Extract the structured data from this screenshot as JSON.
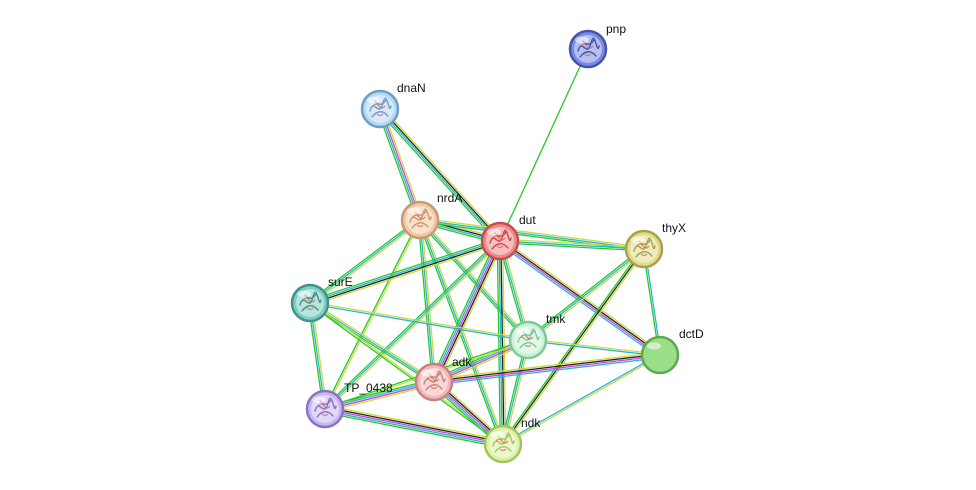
{
  "network": {
    "nodes": [
      {
        "id": "pnp",
        "label": "pnp",
        "color": "#7b8be8",
        "ring": "#4454a8",
        "structure": true
      },
      {
        "id": "dnaN",
        "label": "dnaN",
        "color": "#b6d8f2",
        "ring": "#6d9ec6",
        "structure": true
      },
      {
        "id": "nrdA",
        "label": "nrdA",
        "color": "#f2c9a4",
        "ring": "#c79a72",
        "structure": true
      },
      {
        "id": "dut",
        "label": "dut",
        "color": "#ef8a8a",
        "ring": "#c94c4c",
        "structure": true
      },
      {
        "id": "thyX",
        "label": "thyX",
        "color": "#e2dc8a",
        "ring": "#a8a150",
        "structure": true
      },
      {
        "id": "surE",
        "label": "surE",
        "color": "#7ccfc2",
        "ring": "#3f9488",
        "structure": true
      },
      {
        "id": "tmk",
        "label": "tmk",
        "color": "#c8f2d6",
        "ring": "#7cc99a",
        "structure": true
      },
      {
        "id": "dctD",
        "label": "dctD",
        "color": "#9ade8a",
        "ring": "#5ea84e",
        "structure": false
      },
      {
        "id": "adk",
        "label": "adk",
        "color": "#f4b8b8",
        "ring": "#c98080",
        "structure": true
      },
      {
        "id": "TP_0438",
        "label": "TP_0438",
        "color": "#c9b6f2",
        "ring": "#8a72c6",
        "structure": true
      },
      {
        "id": "ndk",
        "label": "ndk",
        "color": "#dcf2a0",
        "ring": "#a4c464",
        "structure": true
      }
    ],
    "edge_colors": {
      "textmining": "#c8dc3c",
      "coexpression": "#222222",
      "experiments": "#d43fd4",
      "databases": "#28b4dc",
      "neighborhood": "#28c828"
    },
    "edges": [
      {
        "source": "dut",
        "target": "pnp",
        "channels": [
          "neighborhood"
        ]
      },
      {
        "source": "dnaN",
        "target": "nrdA",
        "channels": [
          "textmining",
          "experiments",
          "databases",
          "neighborhood"
        ]
      },
      {
        "source": "dnaN",
        "target": "dut",
        "channels": [
          "textmining",
          "coexpression",
          "databases",
          "neighborhood"
        ]
      },
      {
        "source": "nrdA",
        "target": "dut",
        "channels": [
          "textmining",
          "coexpression",
          "databases",
          "neighborhood"
        ]
      },
      {
        "source": "nrdA",
        "target": "thyX",
        "channels": [
          "textmining",
          "databases",
          "neighborhood"
        ]
      },
      {
        "source": "nrdA",
        "target": "surE",
        "channels": [
          "textmining",
          "databases",
          "neighborhood"
        ]
      },
      {
        "source": "nrdA",
        "target": "tmk",
        "channels": [
          "textmining",
          "databases",
          "neighborhood"
        ]
      },
      {
        "source": "nrdA",
        "target": "adk",
        "channels": [
          "textmining",
          "databases",
          "neighborhood"
        ]
      },
      {
        "source": "nrdA",
        "target": "ndk",
        "channels": [
          "textmining",
          "databases",
          "neighborhood"
        ]
      },
      {
        "source": "nrdA",
        "target": "TP_0438",
        "channels": [
          "textmining",
          "neighborhood"
        ]
      },
      {
        "source": "dut",
        "target": "thyX",
        "channels": [
          "textmining",
          "databases",
          "neighborhood"
        ]
      },
      {
        "source": "dut",
        "target": "surE",
        "channels": [
          "textmining",
          "coexpression",
          "databases",
          "neighborhood"
        ]
      },
      {
        "source": "dut",
        "target": "tmk",
        "channels": [
          "textmining",
          "databases",
          "neighborhood"
        ]
      },
      {
        "source": "dut",
        "target": "dctD",
        "channels": [
          "textmining",
          "coexpression",
          "experiments",
          "databases"
        ]
      },
      {
        "source": "dut",
        "target": "adk",
        "channels": [
          "textmining",
          "coexpression",
          "experiments",
          "databases",
          "neighborhood"
        ]
      },
      {
        "source": "dut",
        "target": "TP_0438",
        "channels": [
          "textmining",
          "databases",
          "neighborhood"
        ]
      },
      {
        "source": "dut",
        "target": "ndk",
        "channels": [
          "textmining",
          "coexpression",
          "databases",
          "neighborhood"
        ]
      },
      {
        "source": "thyX",
        "target": "dctD",
        "channels": [
          "databases",
          "neighborhood"
        ]
      },
      {
        "source": "thyX",
        "target": "tmk",
        "channels": [
          "textmining",
          "databases",
          "neighborhood"
        ]
      },
      {
        "source": "thyX",
        "target": "ndk",
        "channels": [
          "textmining",
          "coexpression",
          "neighborhood"
        ]
      },
      {
        "source": "surE",
        "target": "tmk",
        "channels": [
          "textmining",
          "databases"
        ]
      },
      {
        "source": "surE",
        "target": "adk",
        "channels": [
          "textmining",
          "databases",
          "neighborhood"
        ]
      },
      {
        "source": "surE",
        "target": "TP_0438",
        "channels": [
          "textmining",
          "databases",
          "neighborhood"
        ]
      },
      {
        "source": "surE",
        "target": "ndk",
        "channels": [
          "textmining",
          "neighborhood"
        ]
      },
      {
        "source": "tmk",
        "target": "dctD",
        "channels": [
          "textmining",
          "databases"
        ]
      },
      {
        "source": "tmk",
        "target": "adk",
        "channels": [
          "textmining",
          "experiments",
          "databases",
          "neighborhood"
        ]
      },
      {
        "source": "tmk",
        "target": "ndk",
        "channels": [
          "textmining",
          "databases",
          "neighborhood"
        ]
      },
      {
        "source": "tmk",
        "target": "TP_0438",
        "channels": [
          "textmining",
          "neighborhood"
        ]
      },
      {
        "source": "adk",
        "target": "dctD",
        "channels": [
          "textmining",
          "coexpression",
          "experiments",
          "databases"
        ]
      },
      {
        "source": "adk",
        "target": "TP_0438",
        "channels": [
          "textmining",
          "experiments",
          "databases",
          "neighborhood"
        ]
      },
      {
        "source": "adk",
        "target": "ndk",
        "channels": [
          "textmining",
          "coexpression",
          "experiments",
          "databases",
          "neighborhood"
        ]
      },
      {
        "source": "TP_0438",
        "target": "ndk",
        "channels": [
          "textmining",
          "coexpression",
          "experiments",
          "databases",
          "neighborhood"
        ]
      },
      {
        "source": "dctD",
        "target": "ndk",
        "channels": [
          "textmining",
          "databases"
        ]
      }
    ]
  }
}
